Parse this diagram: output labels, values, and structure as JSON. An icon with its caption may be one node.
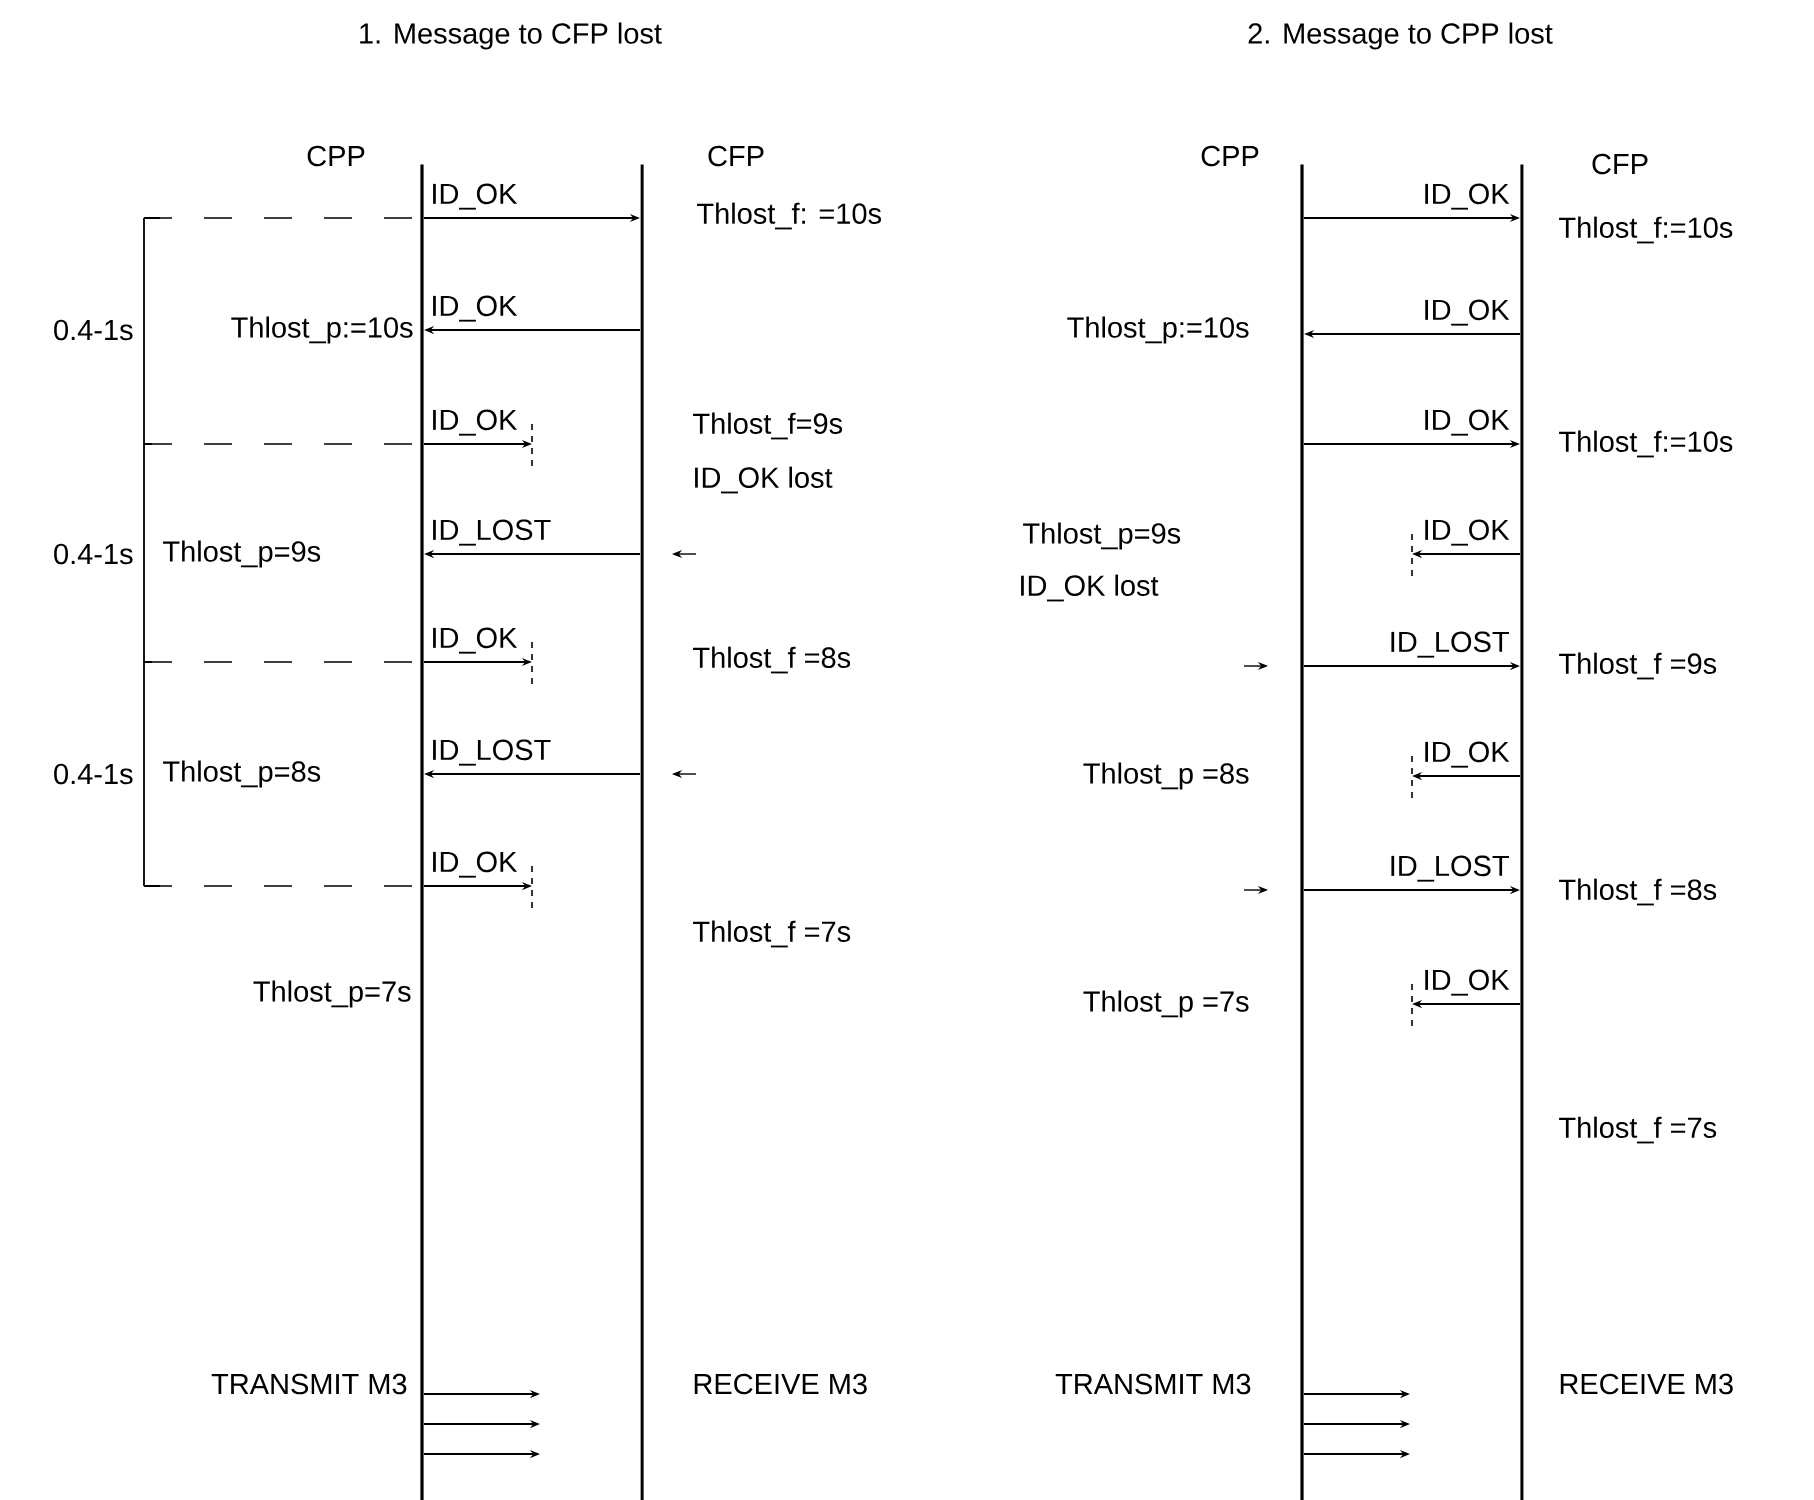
{
  "diagram": {
    "nodes": [
      {
        "text": [
          "CPP"
        ]
      },
      {
        "text": [
          "CFP"
        ]
      },
      {
        "text": [
          "CPP"
        ]
      },
      {
        "text": [
          "CFP"
        ]
      }
    ],
    "edges": [
      {
        "from": 0,
        "to": 1,
        "arrow": "to",
        "label": "ID_OK"
      },
      {
        "from": 1,
        "to": 0,
        "arrow": "to",
        "label": "ID_OK"
      },
      {
        "from": 0,
        "to": null,
        "arrow": "to",
        "label": "ID_OK"
      },
      {
        "from": 1,
        "to": 0,
        "arrow": "to",
        "label": "ID_LOST"
      },
      {
        "from": 0,
        "to": null,
        "arrow": "to",
        "label": "ID_OK"
      },
      {
        "from": 1,
        "to": 0,
        "arrow": "to",
        "label": "ID_LOST"
      },
      {
        "from": 0,
        "to": null,
        "arrow": "to",
        "label": "ID_OK"
      },
      {
        "from": 0,
        "to": null,
        "arrow": "to"
      },
      {
        "from": 0,
        "to": null,
        "arrow": "to"
      },
      {
        "from": 0,
        "to": null,
        "arrow": "to"
      },
      {
        "from": 2,
        "to": 3,
        "arrow": "to",
        "label": "ID_OK"
      },
      {
        "from": 3,
        "to": 2,
        "arrow": "to",
        "label": "ID_OK"
      },
      {
        "from": 2,
        "to": 3,
        "arrow": "to",
        "label": "ID_OK"
      },
      {
        "from": 3,
        "to": null,
        "arrow": "to",
        "label": "ID_OK"
      },
      {
        "from": 2,
        "to": 3,
        "arrow": "to",
        "label": "ID_LOST"
      },
      {
        "from": 3,
        "to": null,
        "arrow": "to",
        "label": "ID_OK"
      },
      {
        "from": 2,
        "to": 3,
        "arrow": "to",
        "label": "ID_LOST"
      },
      {
        "from": 3,
        "to": null,
        "arrow": "to",
        "label": "ID_OK"
      },
      {
        "from": 2,
        "to": null,
        "arrow": "to"
      },
      {
        "from": 2,
        "to": null,
        "arrow": "to"
      },
      {
        "from": 2,
        "to": null,
        "arrow": "to"
      }
    ],
    "labels": [
      "1. Message to CFP lost",
      "2. Message to CPP lost",
      "Thlost_f: =10s",
      "Thlost_f:=10s",
      "0.4-1s",
      "Thlost_p:=10s",
      "Thlost_p:=10s",
      "Thlost_f=9s",
      "Thlost_f:=10s",
      "ID_OK lost",
      "Thlost_p=9s",
      "0.4-1s",
      "Thlost_p=9s",
      "ID_OK lost",
      "Thlost_f =8s",
      "Thlost_f =9s",
      "0.4-1s",
      "Thlost_p=8s",
      "Thlost_p =8s",
      "Thlost_f =8s",
      "Thlost_f =7s",
      "Thlost_p=7s",
      "Thlost_p =7s",
      "Thlost_f =7s",
      "TRANSMIT M3",
      "RECEIVE M3",
      "TRANSMIT M3",
      "RECEIVE M3"
    ]
  }
}
